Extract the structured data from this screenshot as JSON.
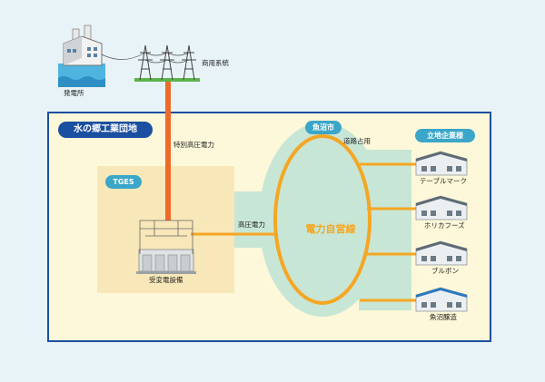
{
  "power_plant": {
    "label": "発電所"
  },
  "grid": {
    "label": "商用系統"
  },
  "complex": {
    "title": "水の郷工業団地"
  },
  "line_extra_high": {
    "label": "特別高圧電力"
  },
  "tges": {
    "label": "TGES",
    "substation_label": "受変電設備"
  },
  "line_high": {
    "label": "高圧電力"
  },
  "city": {
    "label": "魚沼市",
    "road_label": "道路占用"
  },
  "private_line": {
    "label": "電力自営線"
  },
  "tenants": {
    "header": "立地企業様",
    "companies": [
      "テーブルマーク",
      "ホリカフーズ",
      "ブルボン",
      "魚沼醸造"
    ]
  },
  "colors": {
    "background": "#e8f3f7",
    "complex_fill": "#fdf8d9",
    "complex_border": "#1b4fa0",
    "power_line": "#f5a623",
    "extra_high_line": "#ee6a2a",
    "city_area": "#c8e6d6",
    "label_blue": "#3ba6c8"
  }
}
